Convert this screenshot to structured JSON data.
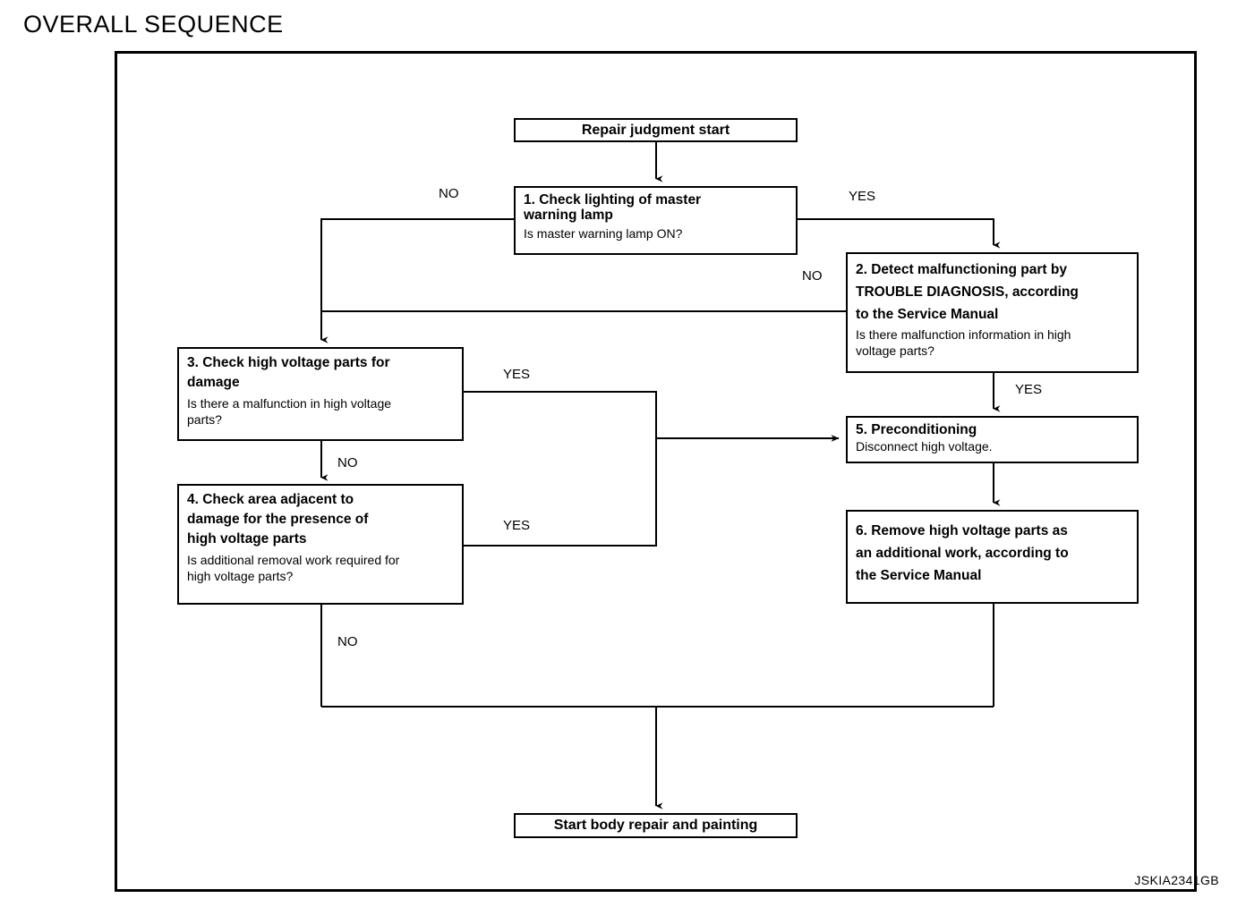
{
  "page": {
    "title": "OVERALL SEQUENCE",
    "diagram_id": "JSKIA2341GB"
  },
  "chart_data": {
    "type": "diagram",
    "subtype": "flowchart",
    "title": "OVERALL SEQUENCE",
    "diagram_id": "JSKIA2341GB",
    "nodes": [
      {
        "id": "start",
        "label": "Repair judgment start",
        "sub": "",
        "shape": "rect"
      },
      {
        "id": "step1",
        "label": "1. Check lighting of master\nwarning lamp",
        "sub": "Is master warning lamp ON?",
        "shape": "rect"
      },
      {
        "id": "step2",
        "label": "2. Detect malfunctioning part by\nTROUBLE DIAGNOSIS, according\nto the Service Manual",
        "sub": "Is there malfunction information in high\nvoltage parts?",
        "shape": "rect"
      },
      {
        "id": "step3",
        "label": "3. Check high voltage parts for\ndamage",
        "sub": "Is there a malfunction in high voltage\nparts?",
        "shape": "rect"
      },
      {
        "id": "step4",
        "label": "4. Check area adjacent to\ndamage for the presence of\nhigh voltage parts",
        "sub": "Is additional removal work required for\nhigh voltage parts?",
        "shape": "rect"
      },
      {
        "id": "step5",
        "label": "5. Preconditioning",
        "sub": "Disconnect high voltage.",
        "shape": "rect"
      },
      {
        "id": "step6",
        "label": "6. Remove high voltage parts as\nan additional work, according to\nthe Service Manual",
        "sub": "",
        "shape": "rect"
      },
      {
        "id": "end",
        "label": "Start body repair and painting",
        "sub": "",
        "shape": "rect"
      }
    ],
    "edges": [
      {
        "from": "start",
        "to": "step1",
        "label": ""
      },
      {
        "from": "step1",
        "to": "step2",
        "label": "YES"
      },
      {
        "from": "step1",
        "to": "step3",
        "label": "NO"
      },
      {
        "from": "step2",
        "to": "step3",
        "label": "NO"
      },
      {
        "from": "step2",
        "to": "step5",
        "label": "YES"
      },
      {
        "from": "step3",
        "to": "step5",
        "label": "YES"
      },
      {
        "from": "step3",
        "to": "step4",
        "label": "NO"
      },
      {
        "from": "step4",
        "to": "step5",
        "label": "YES"
      },
      {
        "from": "step4",
        "to": "end",
        "label": "NO"
      },
      {
        "from": "step5",
        "to": "step6",
        "label": ""
      },
      {
        "from": "step6",
        "to": "end",
        "label": ""
      }
    ],
    "edge_labels": {
      "step1_no": "NO",
      "step1_yes": "YES",
      "step2_no": "NO",
      "step2_yes": "YES",
      "step3_yes": "YES",
      "step3_no": "NO",
      "step4_yes": "YES",
      "step4_no": "NO"
    }
  }
}
